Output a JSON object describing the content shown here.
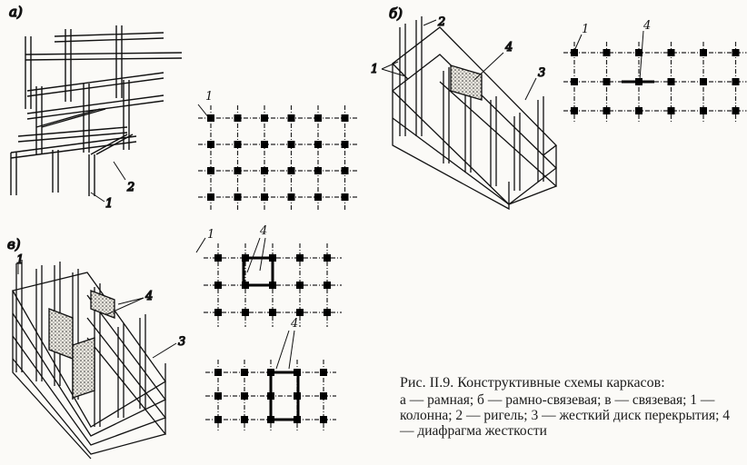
{
  "panel_labels": {
    "a": "а)",
    "b": "б)",
    "v": "в)"
  },
  "callouts": {
    "a_grid_1": "1",
    "a_frame_1": "1",
    "a_frame_2": "2",
    "b_frame_2": "2",
    "b_frame_1": "1",
    "b_frame_4": "4",
    "b_frame_3": "3",
    "b_grid_1": "1",
    "b_grid_4": "4",
    "v_frame_1": "1",
    "v_frame_4": "4",
    "v_frame_3": "3",
    "v_grid_top_1": "1",
    "v_grid_top_4": "4",
    "v_grid_bottom_4": "4"
  },
  "caption": {
    "title": "Рис. II.9. Конструктивные схемы карка­сов:",
    "body": "а — рамная; б — рамно-связевая; в — связе­вая; 1 — колонна; 2 — ригель; 3 — жесткий диск перекрытия; 4 — диафрагма жесткости"
  }
}
